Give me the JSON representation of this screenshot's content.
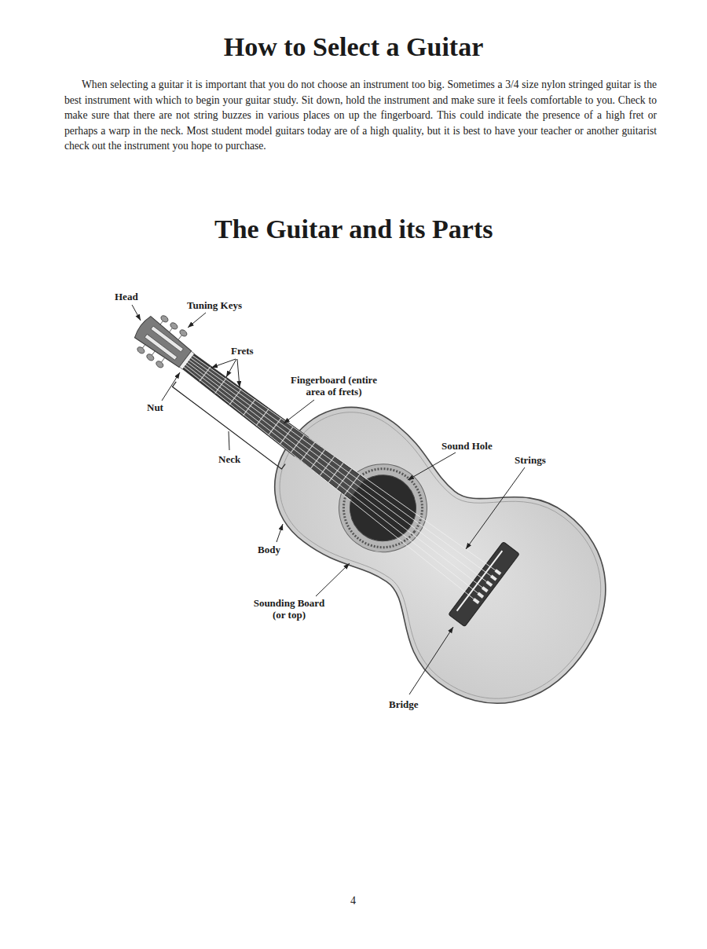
{
  "diagram": {
    "title": "How to Select a Guitar",
    "labels": [
      "When selecting a guitar it is important that you do not choose an instrument too big. Sometimes a 3/4 size nylon stringed guitar is the best instrument with which to begin your guitar study. Sit down, hold the instrument and make sure it feels comfortable to you. Check to make sure that there are not string buzzes in various places on up the fingerboard. This could indicate the presence of a high fret or perhaps a warp in the neck. Most student model guitars today are of a high quality, but it is best to have your teacher or another guitarist check out the instrument you hope to purchase.",
      "The Guitar and its Parts",
      "Head",
      "Tuning Keys",
      "Frets",
      "Fingerboard (entire area of frets)",
      "Nut",
      "Neck",
      "Sound Hole",
      "Strings",
      "Body",
      "Sounding Board (or top)",
      "Bridge",
      "4"
    ]
  }
}
